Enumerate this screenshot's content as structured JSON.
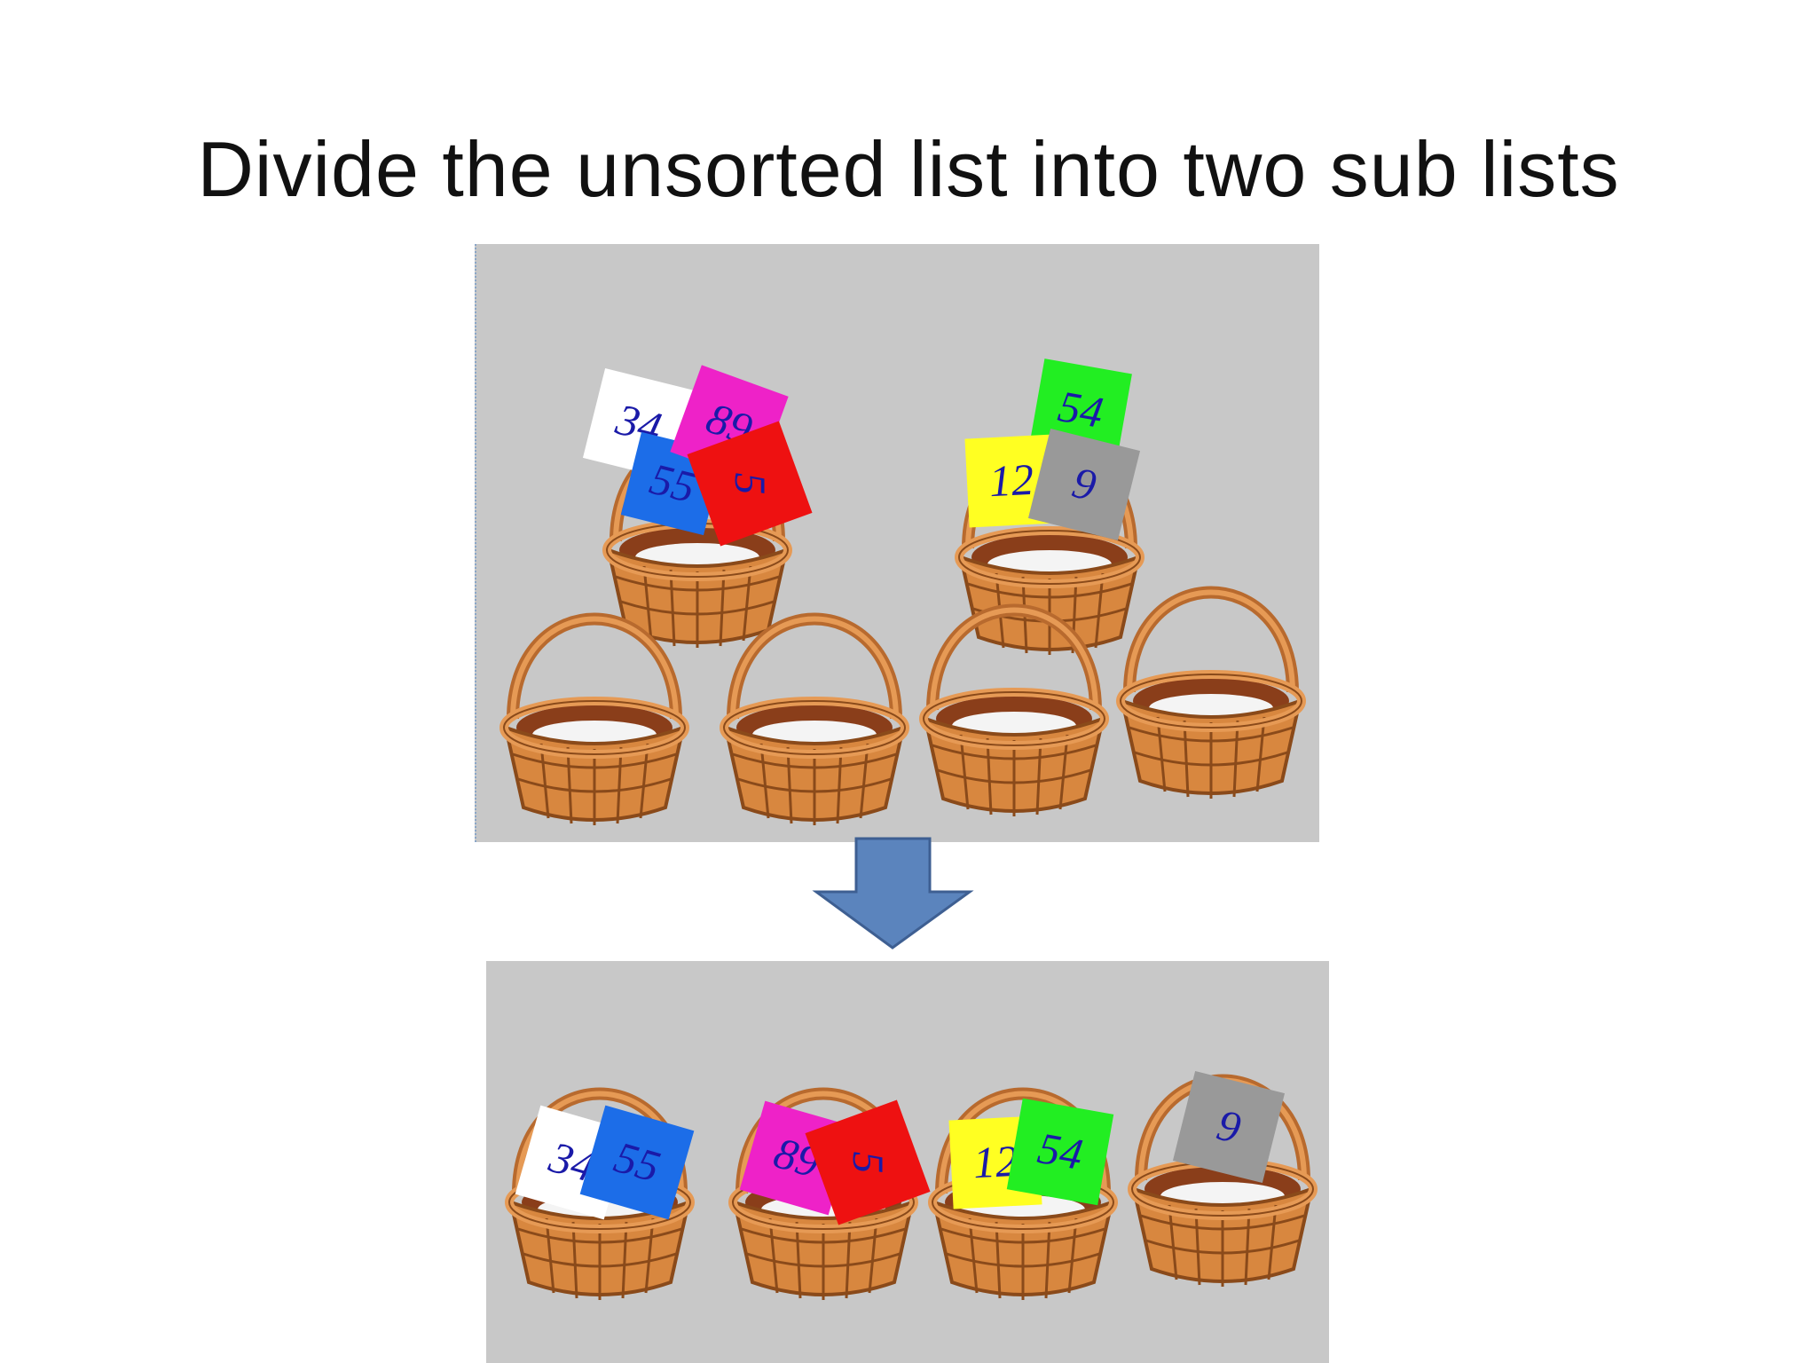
{
  "title": "Divide the unsorted list into two sub lists",
  "colors": {
    "panel": "#c8c8c8",
    "arrow": "#5b84bd",
    "white_card": "#ffffff",
    "blue_card": "#1c6de8",
    "magenta_card": "#ee22c8",
    "red_card": "#ee1111",
    "yellow_card": "#ffff22",
    "green_card": "#22ee22",
    "gray_card": "#999999"
  },
  "top_panel": {
    "left_basket_cards": [
      {
        "label": "34",
        "color": "#ffffff"
      },
      {
        "label": "89",
        "color": "#ee22c8"
      },
      {
        "label": "55",
        "color": "#1c6de8"
      },
      {
        "label": "5",
        "color": "#ee1111"
      }
    ],
    "right_basket_cards": [
      {
        "label": "54",
        "color": "#22ee22"
      },
      {
        "label": "12",
        "color": "#ffff22"
      },
      {
        "label": "9",
        "color": "#999999"
      }
    ]
  },
  "bottom_panel": {
    "basket_1": [
      {
        "label": "34"
      },
      {
        "label": "55"
      }
    ],
    "basket_2": [
      {
        "label": "89"
      },
      {
        "label": "5"
      }
    ],
    "basket_3": [
      {
        "label": "12"
      },
      {
        "label": "54"
      }
    ],
    "basket_4": [
      {
        "label": "9"
      }
    ]
  }
}
